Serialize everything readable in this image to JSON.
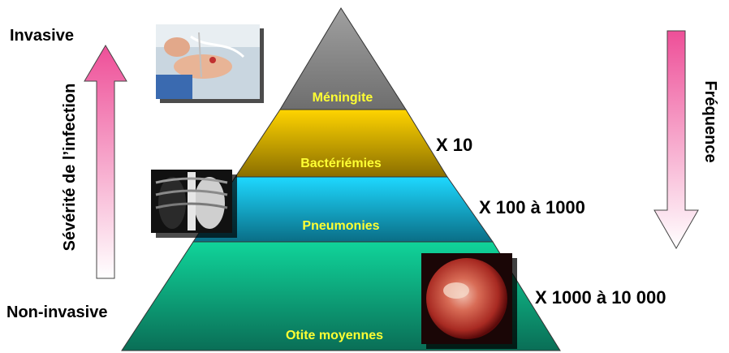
{
  "left_axis": {
    "top_label": "Invasive",
    "bottom_label": "Non-invasive",
    "axis_title": "Sévérité de l’infection"
  },
  "right_axis": {
    "axis_title": "Fréquence"
  },
  "pyramid": {
    "levels": [
      {
        "label": "Méningite",
        "multiplier": ""
      },
      {
        "label": "Bactériémies",
        "multiplier": "X 10"
      },
      {
        "label": "Pneumonies",
        "multiplier": "X 100 à 1000"
      },
      {
        "label": "Otite moyennes",
        "multiplier": "X 1000 à 10 000"
      }
    ]
  },
  "colors": {
    "level_text": "#ffff33",
    "meningite_fill": "#8c8c8c",
    "bacteriemies_fill": "#e8b800",
    "pneumonies_fill": "#1cc8e8",
    "otite_fill": "#10c890",
    "arrow_pink": "#f0509a"
  },
  "images": [
    "infant-photo",
    "chest-xray-photo",
    "eardrum-otoscopy-photo"
  ]
}
